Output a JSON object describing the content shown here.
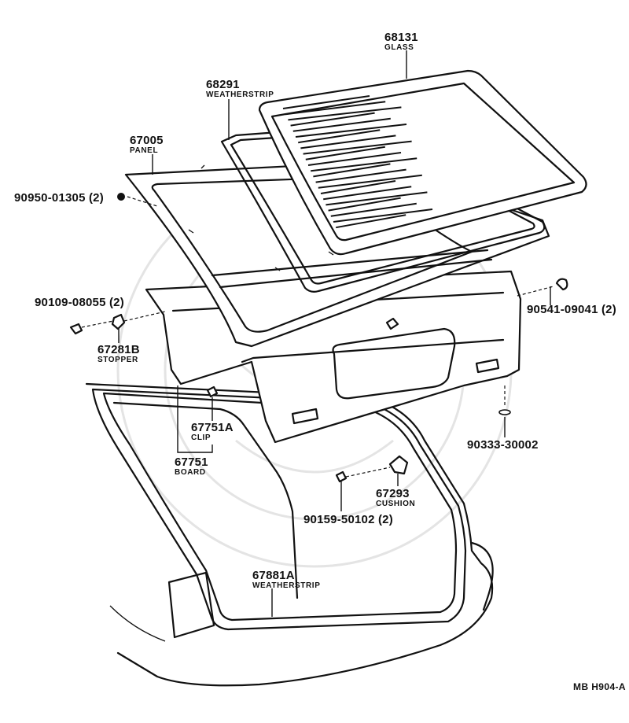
{
  "figure_code": "MB H904-A",
  "callouts": [
    {
      "id": "glass",
      "part_number": "68131",
      "part_name": "GLASS"
    },
    {
      "id": "weatherstrip-upper",
      "part_number": "68291",
      "part_name": "WEATHERSTRIP"
    },
    {
      "id": "panel",
      "part_number": "67005",
      "part_name": "PANEL"
    },
    {
      "id": "grommet",
      "part_number": "90950-01305 (2)",
      "part_name": ""
    },
    {
      "id": "screw-left",
      "part_number": "90109-08055 (2)",
      "part_name": ""
    },
    {
      "id": "stopper",
      "part_number": "67281B",
      "part_name": "STOPPER"
    },
    {
      "id": "clip",
      "part_number": "67751A",
      "part_name": "CLIP"
    },
    {
      "id": "board",
      "part_number": "67751",
      "part_name": "BOARD"
    },
    {
      "id": "nut-right",
      "part_number": "90541-09041 (2)",
      "part_name": ""
    },
    {
      "id": "pin",
      "part_number": "90333-30002",
      "part_name": ""
    },
    {
      "id": "cushion",
      "part_number": "67293",
      "part_name": "CUSHION"
    },
    {
      "id": "screw-lower",
      "part_number": "90159-50102 (2)",
      "part_name": ""
    },
    {
      "id": "weatherstrip-lower",
      "part_number": "67881A",
      "part_name": "WEATHERSTRIP"
    }
  ]
}
